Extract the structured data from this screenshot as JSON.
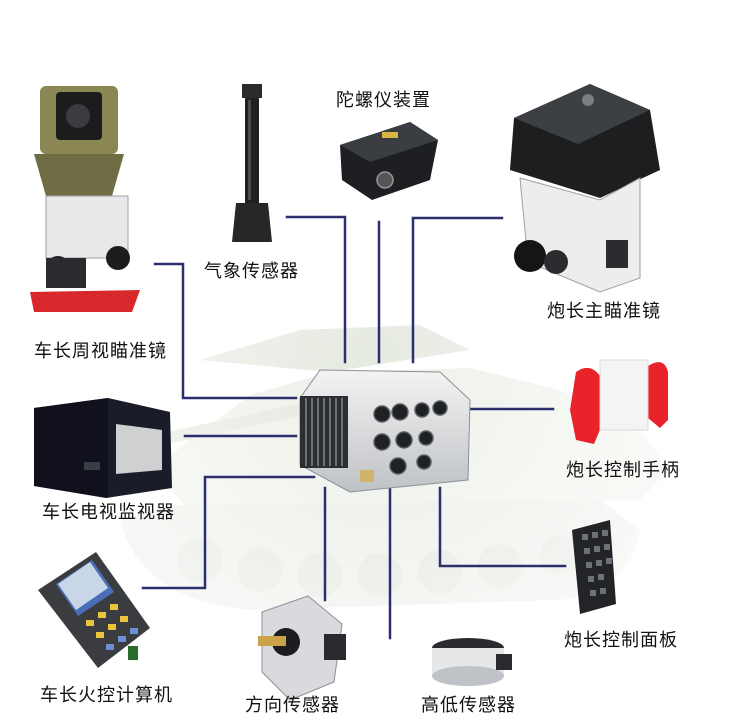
{
  "labels": {
    "gyro": "陀螺仪装置",
    "weather": "气象传感器",
    "commander_sight": "车长周视瞄准镜",
    "gunner_sight": "炮长主瞄准镜",
    "gunner_handle": "炮长控制手柄",
    "commander_tv": "车长电视监视器",
    "commander_computer": "车长火控计算机",
    "direction_sensor": "方向传感器",
    "elevation_sensor": "高低传感器",
    "gunner_panel": "炮长控制面板"
  },
  "colors": {
    "connector": "#2b2f6e",
    "background": "#ffffff",
    "tank": "#dfe6d6",
    "unit_dark": "#222426",
    "unit_grey": "#b9bcbf",
    "unit_olive": "#7c7a48",
    "handle_red": "#e8242a",
    "base_red": "#d9282b"
  },
  "icons": {
    "center": "fire-control-computer-unit-icon",
    "gyro": "gyroscope-unit-icon",
    "weather": "weather-sensor-mast-icon",
    "commander_sight": "commander-panoramic-sight-icon",
    "gunner_sight": "gunner-main-sight-icon",
    "gunner_handle": "gunner-control-handle-icon",
    "commander_tv": "tv-monitor-icon",
    "commander_computer": "handheld-computer-keypad-icon",
    "direction_sensor": "direction-sensor-icon",
    "elevation_sensor": "elevation-sensor-icon",
    "gunner_panel": "control-panel-icon",
    "tank": "tank-silhouette-icon"
  }
}
